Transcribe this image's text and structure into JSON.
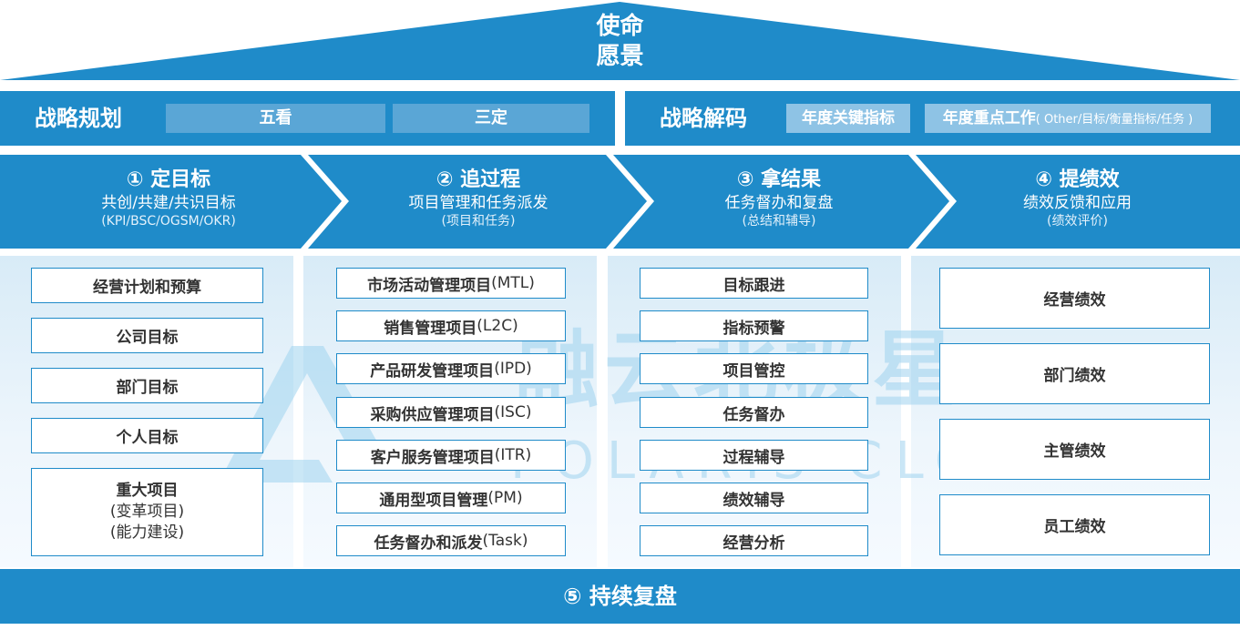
{
  "roof": {
    "line1": "使命",
    "line2": "愿景"
  },
  "strategy_planning": {
    "title": "战略规划",
    "items": [
      "五看",
      "三定"
    ]
  },
  "strategy_decoding": {
    "title": "战略解码",
    "item1": "年度关键指标",
    "item2_main": "年度重点工作",
    "item2_note": "( Other/目标/衡量指标/任务 )"
  },
  "stages": [
    {
      "title": "① 定目标",
      "subtitle": "共创/共建/共识目标",
      "note": "(KPI/BSC/OGSM/OKR)"
    },
    {
      "title": "② 追过程",
      "subtitle": "项目管理和任务派发",
      "note": "(项目和任务)"
    },
    {
      "title": "③ 拿结果",
      "subtitle": "任务督办和复盘",
      "note": "(总结和辅导)"
    },
    {
      "title": "④ 提绩效",
      "subtitle": "绩效反馈和应用",
      "note": "(绩效评价)"
    }
  ],
  "col1": {
    "items": [
      "经营计划和预算",
      "公司目标",
      "部门目标",
      "个人目标"
    ],
    "major": {
      "line1": "重大项目",
      "line2": "(变革项目)",
      "line3": "(能力建设)"
    }
  },
  "col2": {
    "items": [
      {
        "main": "市场活动管理项目",
        "code": " (MTL)"
      },
      {
        "main": "销售管理项目",
        "code": "(L2C)"
      },
      {
        "main": "产品研发管理项目",
        "code": "(IPD)"
      },
      {
        "main": "采购供应管理项目",
        "code": "(ISC)"
      },
      {
        "main": "客户服务管理项目",
        "code": "(ITR)"
      },
      {
        "main": "通用型项目管理",
        "code": " (PM)"
      },
      {
        "main": "任务督办和派发",
        "code": " (Task)"
      }
    ]
  },
  "col3": {
    "items": [
      "目标跟进",
      "指标预警",
      "项目管控",
      "任务督办",
      "过程辅导",
      "绩效辅导",
      "经营分析"
    ]
  },
  "col4": {
    "items": [
      "经营绩效",
      "部门绩效",
      "主管绩效",
      "员工绩效"
    ]
  },
  "footer": "⑤ 持续复盘",
  "watermark": {
    "cn": "融云北极星",
    "en": "POLARIS CLOUD"
  },
  "colors": {
    "primary": "#1f8bc9",
    "chip": "#5aa6d6",
    "chip_light": "#8ec3e5",
    "watermark": "#9fd3ef"
  }
}
